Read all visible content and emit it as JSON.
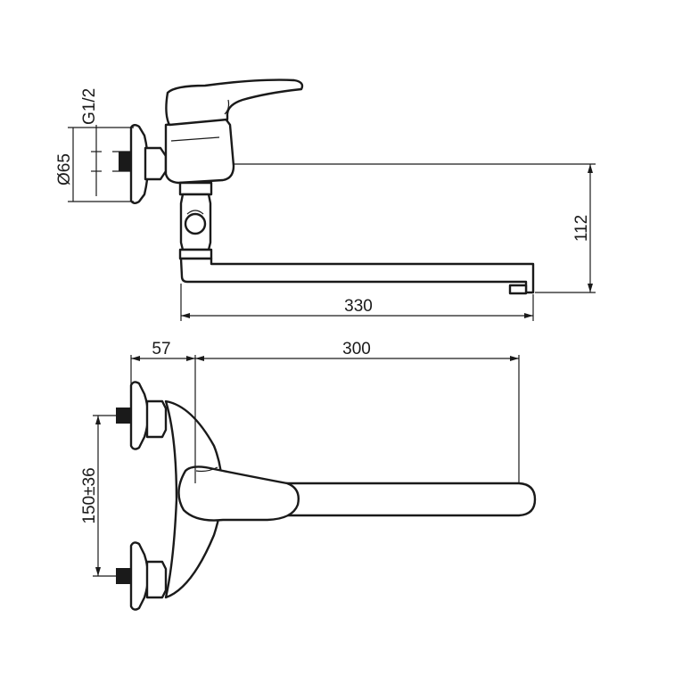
{
  "dimensions": {
    "thread": "G1/2",
    "flange_diameter": "Ø65",
    "spout_height": "112",
    "spout_length": "330",
    "wall_offset": "57",
    "spout_reach": "300",
    "inlet_spacing": "150±36"
  },
  "colors": {
    "line": "#1a1a1a",
    "background": "#ffffff"
  }
}
